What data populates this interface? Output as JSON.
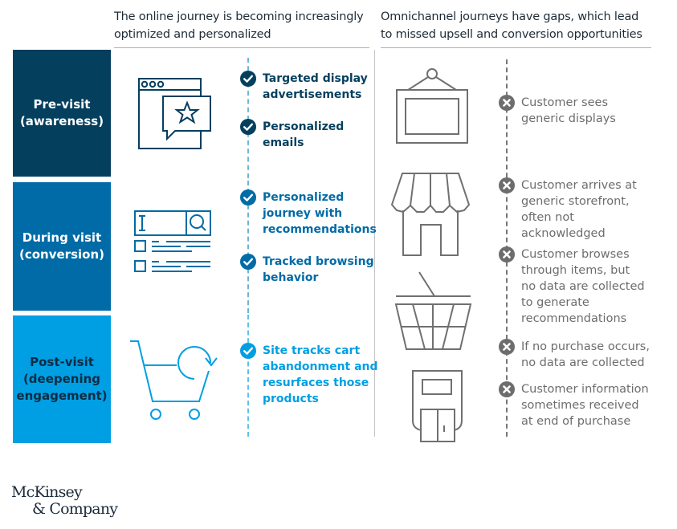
{
  "headers": {
    "left": [
      "The online journey is becoming increasingly",
      "optimized and personalized"
    ],
    "right": [
      "Omnichannel journeys have gaps, which lead",
      "to missed upsell and conversion opportunities"
    ]
  },
  "stages": [
    {
      "lines": [
        "Pre-visit",
        "(awareness)"
      ],
      "color": "#053f5e",
      "text_color": "#ffffff",
      "icon": "browser-ad-star-icon"
    },
    {
      "lines": [
        "During visit",
        "(conversion)"
      ],
      "color": "#006ba6",
      "text_color": "#ffffff",
      "icon": "search-results-icon"
    },
    {
      "lines": [
        "Post-visit",
        "(deepening",
        "engagement)"
      ],
      "color": "#009fe3",
      "text_color": "#0e2c44",
      "icon": "cart-refresh-icon"
    }
  ],
  "online_items": [
    {
      "lines": [
        "Targeted display",
        "advertisements"
      ],
      "color": "#053f5e"
    },
    {
      "lines": [
        "Personalized",
        "emails"
      ],
      "color": "#053f5e"
    },
    {
      "lines": [
        "Personalized",
        "journey with",
        "recommendations"
      ],
      "color": "#006ba6"
    },
    {
      "lines": [
        "Tracked browsing",
        "behavior"
      ],
      "color": "#006ba6"
    },
    {
      "lines": [
        "Site tracks cart",
        "abandonment and",
        "resurfaces those",
        "products"
      ],
      "color": "#009fe3"
    }
  ],
  "omni_icons": [
    "hanging-frame-icon",
    "storefront-icon",
    "basket-icon",
    "card-terminal-icon"
  ],
  "omni_items": [
    {
      "lines": [
        "Customer sees",
        "generic displays"
      ]
    },
    {
      "lines": [
        "Customer arrives at",
        "generic storefront,",
        "often not",
        "acknowledged"
      ]
    },
    {
      "lines": [
        "Customer browses",
        "through items, but",
        "no data are collected",
        "to generate",
        "recommendations"
      ]
    },
    {
      "lines": [
        "If no purchase occurs,",
        "no data are collected"
      ]
    },
    {
      "lines": [
        "Customer information",
        "sometimes received",
        "at end of purchase"
      ]
    }
  ],
  "colors": {
    "gray": "#6d6d6d",
    "icon_gray": "#707070"
  },
  "logo": [
    "McKinsey",
    "& Company"
  ]
}
